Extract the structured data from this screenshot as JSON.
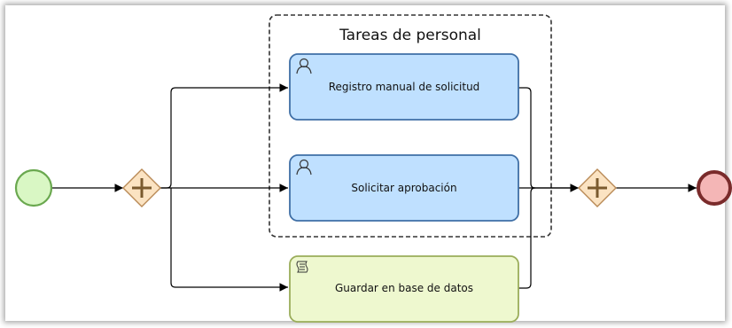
{
  "diagram": {
    "group_label": "Tareas de personal",
    "tasks": [
      {
        "label": "Registro manual de solicitud",
        "kind": "user-task"
      },
      {
        "label": "Solicitar aprobación",
        "kind": "user-task"
      },
      {
        "label": "Guardar en base de datos",
        "kind": "script-task"
      }
    ],
    "gateways": [
      {
        "kind": "parallel-split"
      },
      {
        "kind": "parallel-join"
      }
    ],
    "events": [
      {
        "kind": "start"
      },
      {
        "kind": "end"
      }
    ],
    "colors": {
      "start_fill": "#d9f7c4",
      "start_stroke": "#6aa84f",
      "end_fill": "#f4b6b6",
      "end_stroke": "#7a2b2b",
      "gateway_fill": "#fbe3c2",
      "gateway_stroke": "#b98a56",
      "user_task_fill": "#bfe0ff",
      "user_task_stroke": "#3f6fa6",
      "script_task_fill": "#eef8cf",
      "script_task_stroke": "#9aad5a"
    }
  }
}
